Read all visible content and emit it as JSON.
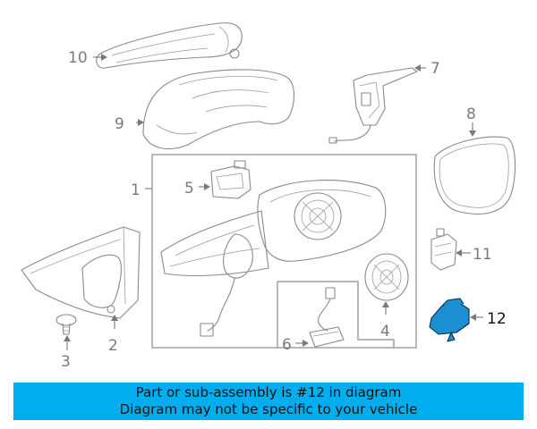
{
  "callouts": {
    "c1": "1",
    "c2": "2",
    "c3": "3",
    "c4": "4",
    "c5": "5",
    "c6": "6",
    "c7": "7",
    "c8": "8",
    "c9": "9",
    "c10": "10",
    "c11": "11",
    "c12": "12"
  },
  "highlighted_part": "12",
  "colors": {
    "banner_bg": "#00aeef",
    "highlight": "#1b8fd1",
    "line": "#8a8a8a"
  },
  "banner": {
    "line1": "Part or sub-assembly is #12 in diagram",
    "line2": "Diagram may not be specific to your vehicle"
  }
}
